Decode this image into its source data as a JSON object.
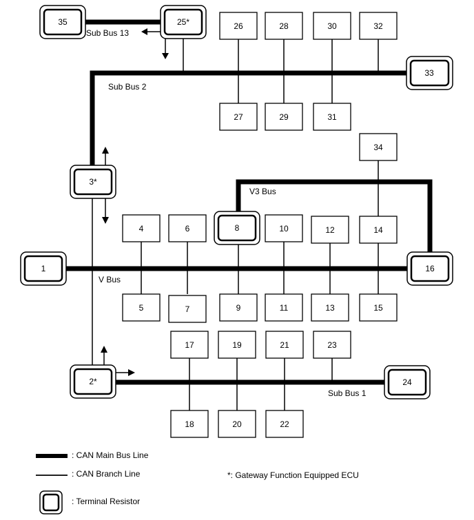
{
  "ecus": {
    "n1": "1",
    "n2": "2*",
    "n3": "3*",
    "n4": "4",
    "n5": "5",
    "n6": "6",
    "n7": "7",
    "n8": "8",
    "n9": "9",
    "n10": "10",
    "n11": "11",
    "n12": "12",
    "n13": "13",
    "n14": "14",
    "n15": "15",
    "n16": "16",
    "n17": "17",
    "n18": "18",
    "n19": "19",
    "n20": "20",
    "n21": "21",
    "n22": "22",
    "n23": "23",
    "n24": "24",
    "n25": "25*",
    "n26": "26",
    "n27": "27",
    "n28": "28",
    "n29": "29",
    "n30": "30",
    "n31": "31",
    "n32": "32",
    "n33": "33",
    "n34": "34",
    "n35": "35"
  },
  "bus_labels": {
    "sub_bus_13": "Sub Bus 13",
    "sub_bus_2": "Sub Bus 2",
    "v3_bus": "V3 Bus",
    "v_bus": "V Bus",
    "sub_bus_1": "Sub Bus 1"
  },
  "legend": {
    "main_bus": ": CAN Main Bus Line",
    "branch": ": CAN Branch Line",
    "terminal": ": Terminal Resistor",
    "gateway_note": "*: Gateway Function Equipped ECU"
  }
}
